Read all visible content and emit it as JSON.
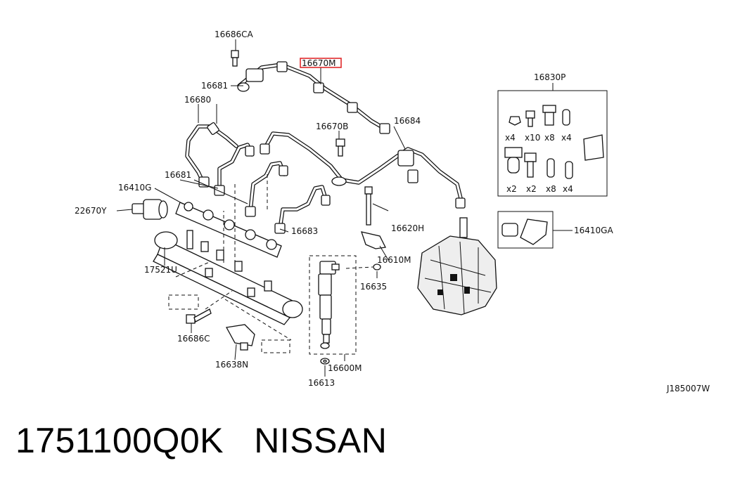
{
  "diagram_code": "J185007W",
  "highlighted_part": "16670M",
  "highlight_color": "#e0292b",
  "labels": {
    "l_16686CA": "16686CA",
    "l_16670M": "16670M",
    "l_16681_top": "16681",
    "l_16680": "16680",
    "l_16670B": "16670B",
    "l_16684": "16684",
    "l_16830P": "16830P",
    "l_16681_mid": "16681",
    "l_16410G": "16410G",
    "l_22670Y": "22670Y",
    "l_16683": "16683",
    "l_16620H": "16620H",
    "l_16410GA": "16410GA",
    "l_17521U": "17521U",
    "l_16610M": "16610M",
    "l_16635": "16635",
    "l_16686C": "16686C",
    "l_16638N": "16638N",
    "l_16600M": "16600M",
    "l_16613": "16613"
  },
  "kit_16830P": {
    "row1": [
      "x4",
      "x10",
      "x8",
      "x4"
    ],
    "row2": [
      "x2",
      "x2",
      "x8",
      "x4"
    ]
  },
  "caption": {
    "part_number": "1751100Q0K",
    "brand": "NISSAN"
  }
}
